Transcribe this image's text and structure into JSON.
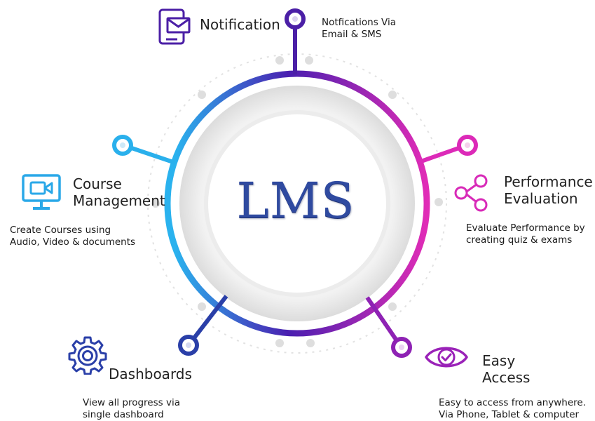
{
  "center": {
    "title": "LMS"
  },
  "nodes": {
    "notification": {
      "title": "Notification",
      "description": [
        "Notfications Via",
        "Email & SMS"
      ],
      "icon": "mobile-mail-icon",
      "color": "#4b1fa6"
    },
    "course": {
      "title": [
        "Course",
        "Management"
      ],
      "description": [
        "Create Courses using",
        "Audio, Video & documents"
      ],
      "icon": "video-monitor-icon",
      "color": "#2aa8e8"
    },
    "performance": {
      "title": [
        "Performance",
        "Evaluation"
      ],
      "description": [
        "Evaluate Performance by",
        "creating quiz & exams"
      ],
      "icon": "share-nodes-icon",
      "color": "#d82ab8"
    },
    "dashboards": {
      "title": "Dashboards",
      "description": [
        "View all progress via",
        "single dashboard"
      ],
      "icon": "gear-icon",
      "color": "#2a3fa8"
    },
    "access": {
      "title": [
        "Easy",
        "Access"
      ],
      "description": [
        "Easy to access from anywhere.",
        "Via Phone, Tablet & computer"
      ],
      "icon": "eye-icon",
      "color": "#9a22b8"
    }
  },
  "ring_colors": {
    "left": "#2ab0ec",
    "top": "#4b1fa6",
    "right": "#e02ab8",
    "bottom": "#3a1eb0"
  }
}
